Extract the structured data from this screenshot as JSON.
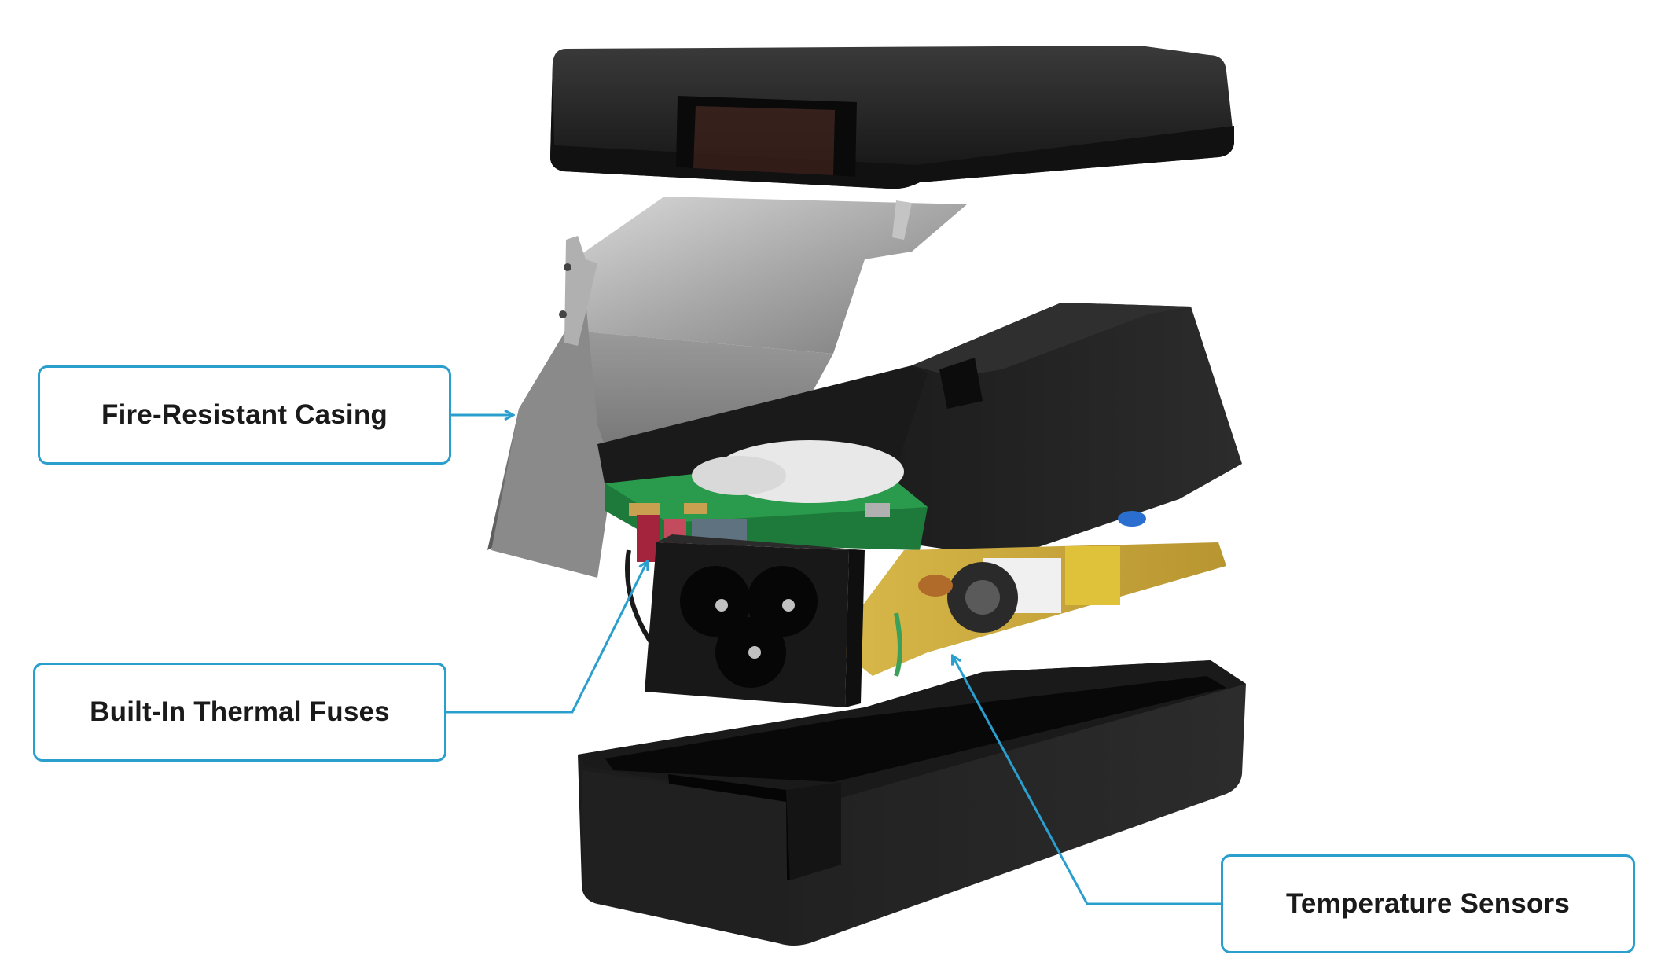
{
  "diagram": {
    "subject": "exploded-power-adapter",
    "accent_color": "#2a9fce",
    "callouts": [
      {
        "label": "Fire-Resistant Casing"
      },
      {
        "label": "Built-In Thermal Fuses"
      },
      {
        "label": "Temperature Sensors"
      }
    ]
  }
}
